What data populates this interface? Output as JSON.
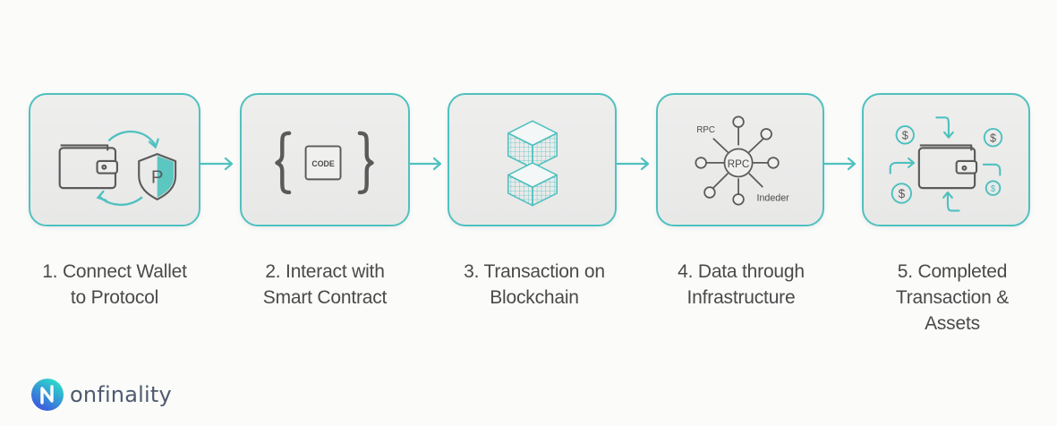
{
  "diagram": {
    "accent_color": "#4fc1bf",
    "icon_stroke_color": "#5a5a5a",
    "steps": [
      {
        "number": 1,
        "label": "1. Connect Wallet\nto Protocol",
        "icons": [
          "wallet-icon",
          "sync-arrows-icon",
          "shield-icon"
        ],
        "icon_text": "P"
      },
      {
        "number": 2,
        "label": "2. Interact with\nSmart Contract",
        "icons": [
          "curly-braces-icon",
          "code-box-icon"
        ],
        "icon_text": "CODE"
      },
      {
        "number": 3,
        "label": "3. Transaction on\nBlockchain",
        "icons": [
          "stacked-blocks-icon"
        ]
      },
      {
        "number": 4,
        "label": "4. Data through\nInfrastructure",
        "icons": [
          "network-hub-icon"
        ],
        "icon_text_center": "RPC",
        "icon_text_top": "RPC",
        "icon_text_bottom": "Indeder"
      },
      {
        "number": 5,
        "label": "5. Completed\nTransaction &\nAssets",
        "icons": [
          "wallet-icon",
          "coin-icon",
          "inflow-arrows-icon"
        ],
        "icon_text": "$"
      }
    ],
    "connectors": [
      "arrow-right",
      "arrow-right",
      "arrow-right",
      "arrow-right"
    ]
  },
  "brand": {
    "name": "onfinality",
    "logo_gradient": [
      "#2de3c9",
      "#3d4fe0"
    ]
  }
}
